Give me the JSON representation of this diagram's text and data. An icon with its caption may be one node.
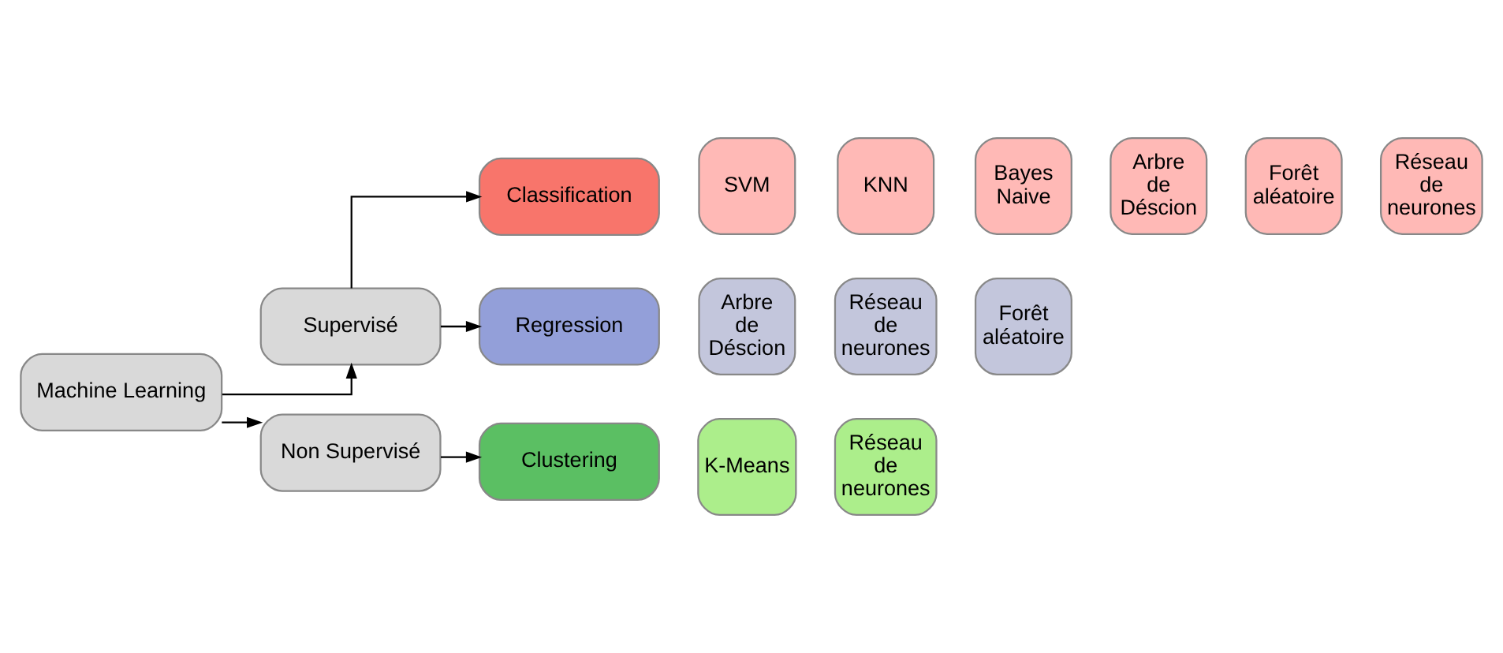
{
  "diagram": {
    "nodes": [
      {
        "text": [
          "Machine Learning"
        ]
      },
      {
        "text": [
          "Supervisé"
        ]
      },
      {
        "text": [
          "Non Supervisé"
        ]
      },
      {
        "text": [
          "Classification"
        ]
      },
      {
        "text": [
          "Regression"
        ]
      },
      {
        "text": [
          "Clustering"
        ]
      },
      {
        "text": [
          "SVM"
        ]
      },
      {
        "text": [
          "KNN"
        ]
      },
      {
        "text": [
          "Bayes Naive"
        ]
      },
      {
        "text": [
          "Arbre de Déscion"
        ]
      },
      {
        "text": [
          "Forêt aléatoire"
        ]
      },
      {
        "text": [
          "Réseau de neurones"
        ]
      },
      {
        "text": [
          "Arbre de Déscion"
        ]
      },
      {
        "text": [
          "Réseau de neurones"
        ]
      },
      {
        "text": [
          "Forêt aléatoire"
        ]
      },
      {
        "text": [
          "K-Means"
        ]
      },
      {
        "text": [
          "Réseau de neurones"
        ]
      }
    ],
    "edges": [
      {
        "from": 0,
        "to": 1,
        "arrow": "to"
      },
      {
        "from": 0,
        "to": 2,
        "arrow": "to"
      },
      {
        "from": 1,
        "to": 3,
        "arrow": "to"
      },
      {
        "from": 1,
        "to": 4,
        "arrow": "to"
      },
      {
        "from": 2,
        "to": 5,
        "arrow": "to"
      }
    ]
  }
}
